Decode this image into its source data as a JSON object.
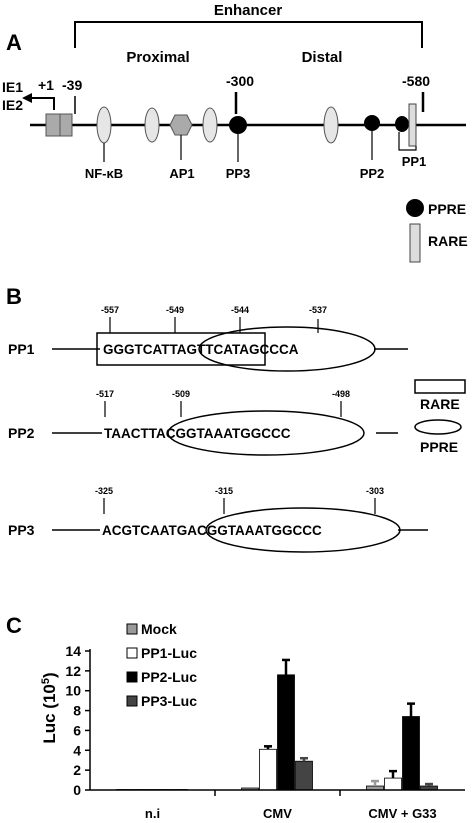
{
  "panel_a": {
    "label": "A",
    "enhancer": "Enhancer",
    "proximal": "Proximal",
    "distal": "Distal",
    "ie1": "IE1",
    "ie2": "IE2",
    "pos_plus1": "+1",
    "pos_m39": "-39",
    "pos_m300": "-300",
    "pos_m580": "-580",
    "nfkb": "NF-κB",
    "ap1": "AP1",
    "pp3": "PP3",
    "pp2": "PP2",
    "pp1": "PP1",
    "legend_ppre": "PPRE",
    "legend_rare": "RARE"
  },
  "panel_b": {
    "label": "B",
    "pp1": {
      "name": "PP1",
      "sequence": "GGGTCATTAGTTCATAGCCCA",
      "ticks": [
        "-557",
        "-549",
        "-544",
        "-537"
      ]
    },
    "pp2": {
      "name": "PP2",
      "sequence": "TAACTTACGGTAAATGGCCC",
      "ticks": [
        "-517",
        "-509",
        "-498"
      ]
    },
    "pp3": {
      "name": "PP3",
      "sequence": "ACGTCAATGACGGTAAATGGCCC",
      "ticks": [
        "-325",
        "-315",
        "-303"
      ]
    },
    "legend_rare": "RARE",
    "legend_ppre": "PPRE"
  },
  "chart_data": {
    "type": "bar",
    "panel_label": "C",
    "ylabel_main": "Luc (10",
    "ylabel_exp": "5",
    "ylabel_close": ")",
    "ylim": [
      0,
      14
    ],
    "yticks": [
      "0",
      "2",
      "4",
      "6",
      "8",
      "10",
      "12",
      "14"
    ],
    "categories": [
      "n.i",
      "CMV",
      "CMV + G33"
    ],
    "series": [
      {
        "name": "Mock",
        "color": "#999999",
        "values": [
          0.05,
          0.2,
          0.4
        ],
        "errors": [
          0,
          0,
          0.5
        ]
      },
      {
        "name": "PP1-Luc",
        "color": "#ffffff",
        "values": [
          0.05,
          4.1,
          1.2
        ],
        "errors": [
          0,
          0.3,
          0.7
        ]
      },
      {
        "name": "PP2-Luc",
        "color": "#000000",
        "values": [
          0.05,
          11.6,
          7.4
        ],
        "errors": [
          0,
          1.5,
          1.3
        ]
      },
      {
        "name": "PP3-Luc",
        "color": "#444444",
        "values": [
          0.05,
          2.9,
          0.4
        ],
        "errors": [
          0,
          0.3,
          0.2
        ]
      }
    ]
  }
}
